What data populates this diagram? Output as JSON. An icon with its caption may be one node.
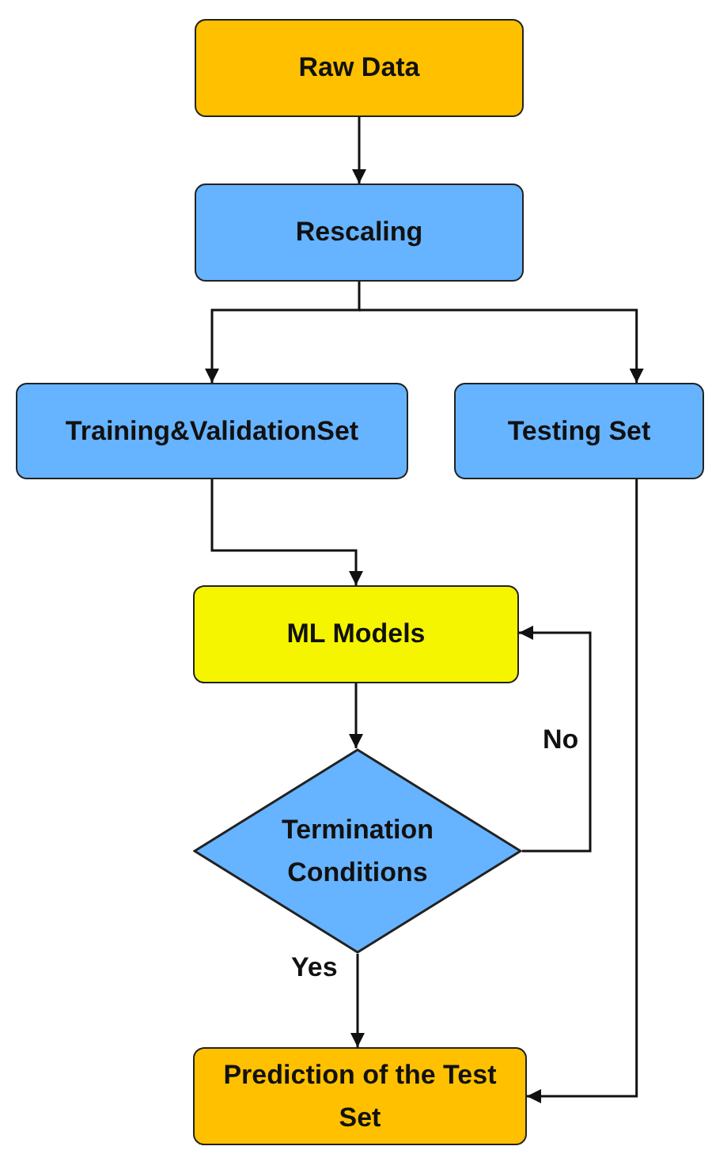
{
  "diagram": {
    "nodes": [
      {
        "text": [
          "Raw Data"
        ]
      },
      {
        "text": [
          "Rescaling"
        ]
      },
      {
        "text": [
          "Training&ValidationSet"
        ]
      },
      {
        "text": [
          "Testing Set"
        ]
      },
      {
        "text": [
          "ML Models"
        ]
      },
      {
        "text": [
          "Termination Conditions"
        ]
      },
      {
        "text": [
          "Prediction of the Test Set"
        ]
      }
    ],
    "edges": [
      {
        "from": 0,
        "to": 1,
        "arrow": "to"
      },
      {
        "from": 1,
        "to": 2,
        "arrow": "to"
      },
      {
        "from": 1,
        "to": 3,
        "arrow": "to"
      },
      {
        "from": 2,
        "to": 4,
        "arrow": "to"
      },
      {
        "from": 4,
        "to": 5,
        "arrow": "to"
      },
      {
        "from": 5,
        "to": 4,
        "arrow": "to",
        "label": "No"
      },
      {
        "from": 5,
        "to": 6,
        "arrow": "to",
        "label": "Yes"
      },
      {
        "from": 3,
        "to": 6,
        "arrow": "to"
      }
    ]
  }
}
